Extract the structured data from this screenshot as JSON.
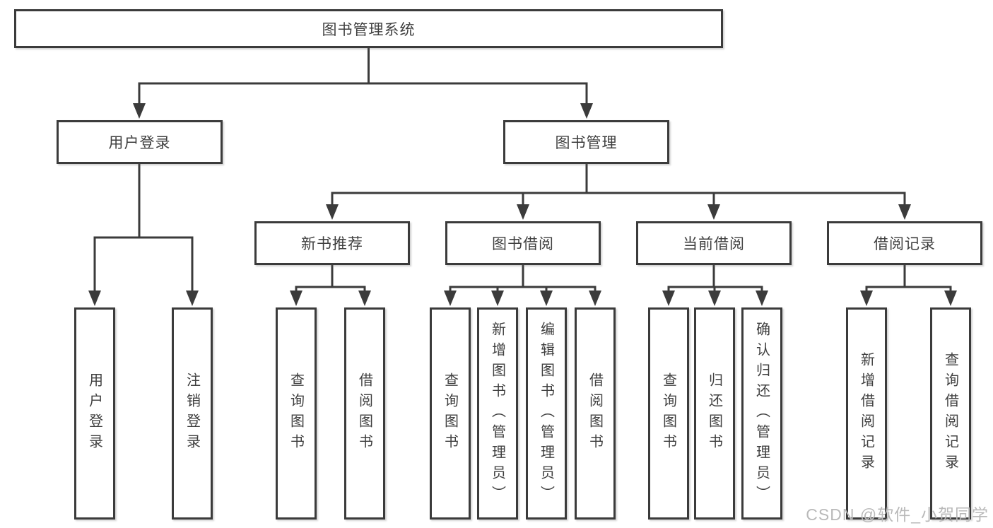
{
  "tree": {
    "root": {
      "label": "图书管理系统"
    },
    "branches": [
      {
        "label": "用户登录",
        "children": [
          {
            "label": "用户登录"
          },
          {
            "label": "注销登录"
          }
        ]
      },
      {
        "label": "图书管理",
        "children": [
          {
            "label": "新书推荐",
            "children": [
              {
                "label": "查询图书"
              },
              {
                "label": "借阅图书"
              }
            ]
          },
          {
            "label": "图书借阅",
            "children": [
              {
                "label": "查询图书"
              },
              {
                "label": "新增图书（管理员）"
              },
              {
                "label": "编辑图书（管理员）"
              },
              {
                "label": "借阅图书"
              }
            ]
          },
          {
            "label": "当前借阅",
            "children": [
              {
                "label": "查询图书"
              },
              {
                "label": "归还图书"
              },
              {
                "label": "确认归还（管理员）"
              }
            ]
          },
          {
            "label": "借阅记录",
            "children": [
              {
                "label": "新增借阅记录"
              },
              {
                "label": "查询借阅记录"
              }
            ]
          }
        ]
      }
    ]
  },
  "watermark": {
    "text": "CSDN @软件_小贺同学"
  },
  "colors": {
    "line": "#3b3b3b",
    "text": "#3f3f3f",
    "box_background": "#ffffff",
    "background": "#ffffff",
    "watermark": "#b9b9b9"
  }
}
